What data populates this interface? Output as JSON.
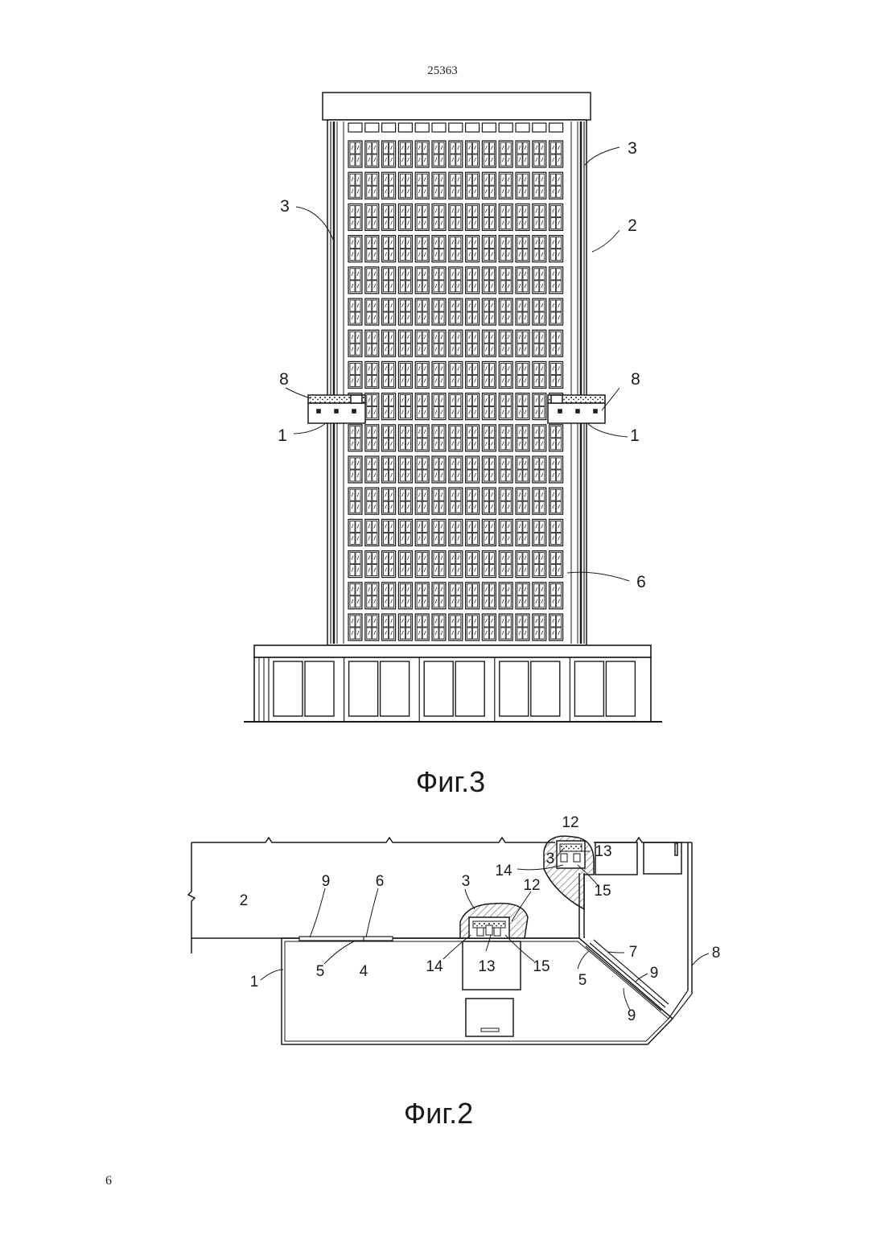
{
  "page": {
    "patent_number": "25363",
    "page_number": "6"
  },
  "fig3": {
    "caption": "Фиг.3",
    "labels": {
      "tower": "2",
      "rail_left": "3",
      "rail_right": "3",
      "cradle_left": "1",
      "cradle_right": "1",
      "hoist_left": "8",
      "hoist_right": "8",
      "glazing": "6"
    },
    "facade": {
      "window_columns": 13,
      "window_rows": 16,
      "base_bays": 5
    }
  },
  "fig2": {
    "caption": "Фиг.2",
    "labels": {
      "wall": "2",
      "seal_top": "9",
      "panel": "6",
      "cradle": "1",
      "bumper": "5",
      "deck": "4",
      "rail_center": "3",
      "guide_center": "12",
      "carriage_left": "14",
      "carriage_center": "13",
      "carriage_right": "15",
      "rail_corner": "3",
      "guide_corner": "12",
      "carriage_corner_14": "14",
      "carriage_corner_13": "13",
      "carriage_corner_15": "15",
      "bumper_diag": "5",
      "diag_panel": "7",
      "seal_diag_a": "9",
      "seal_diag_b": "9",
      "hoist": "8"
    }
  },
  "colors": {
    "ink": "#1a1a1a",
    "glass_fill": "#e4e4e4",
    "hatch": "#555555",
    "paper": "#ffffff"
  }
}
